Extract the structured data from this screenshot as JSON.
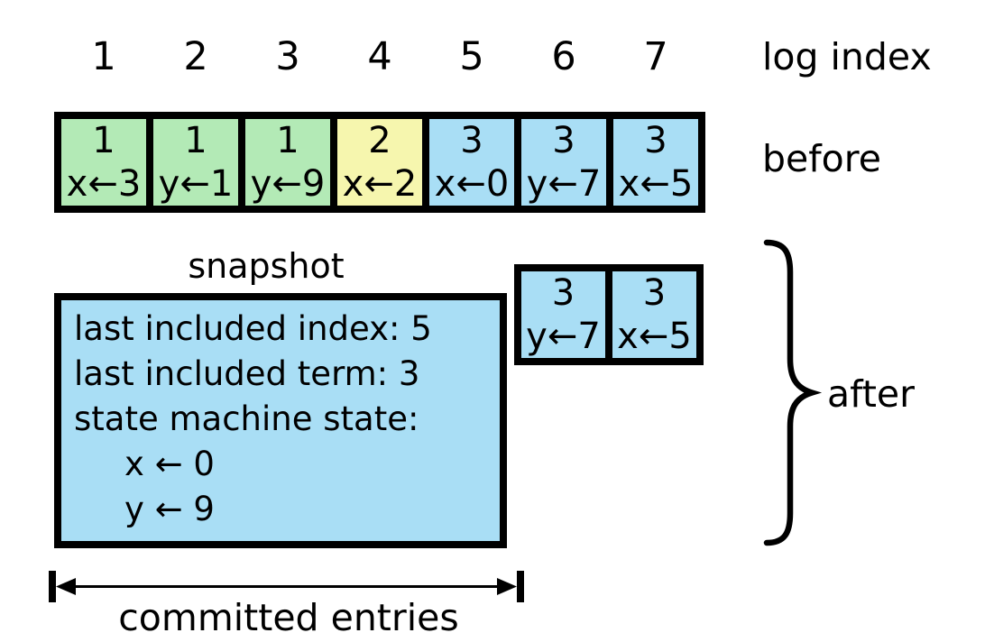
{
  "labels": {
    "log_index": "log index",
    "before": "before",
    "after": "after",
    "committed": "committed entries"
  },
  "log_indices": [
    "1",
    "2",
    "3",
    "4",
    "5",
    "6",
    "7"
  ],
  "colors": {
    "term1": "#b3eab6",
    "term2": "#f6f6ae",
    "term3": "#a9def5",
    "border": "#000000",
    "background": "#ffffff"
  },
  "before_entries": [
    {
      "term": "1",
      "command": "x←3",
      "color_key": "term1"
    },
    {
      "term": "1",
      "command": "y←1",
      "color_key": "term1"
    },
    {
      "term": "1",
      "command": "y←9",
      "color_key": "term1"
    },
    {
      "term": "2",
      "command": "x←2",
      "color_key": "term2"
    },
    {
      "term": "3",
      "command": "x←0",
      "color_key": "term3"
    },
    {
      "term": "3",
      "command": "y←7",
      "color_key": "term3"
    },
    {
      "term": "3",
      "command": "x←5",
      "color_key": "term3"
    }
  ],
  "after_entries": [
    {
      "term": "3",
      "command": "y←7",
      "color_key": "term3"
    },
    {
      "term": "3",
      "command": "x←5",
      "color_key": "term3"
    }
  ],
  "snapshot": {
    "label": "snapshot",
    "lines": [
      "last included index: 5",
      "last included term: 3",
      "state machine state:"
    ],
    "state_lines": [
      "x ← 0",
      "y ← 9"
    ]
  }
}
